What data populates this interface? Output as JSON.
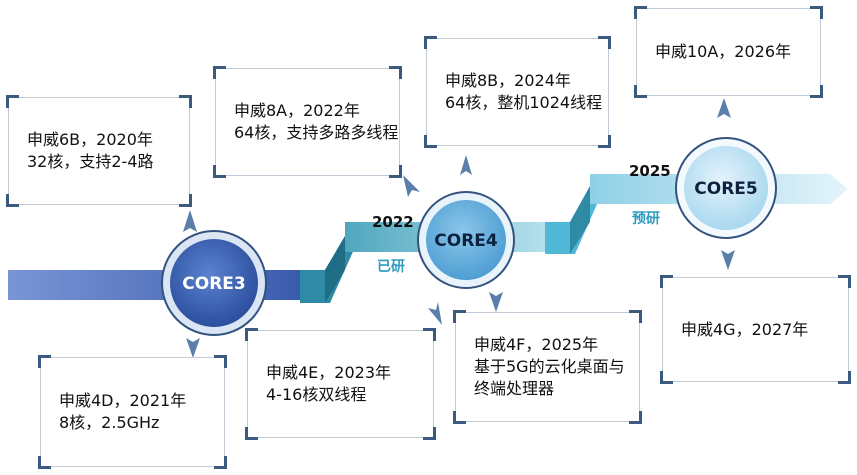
{
  "cores": [
    {
      "label": "CORE3"
    },
    {
      "label": "CORE4"
    },
    {
      "label": "CORE5"
    }
  ],
  "years": {
    "y2022": "2022",
    "y2025": "2025"
  },
  "status": {
    "done": "已研",
    "pre": "预研"
  },
  "boxes": {
    "b6b": {
      "line1": "申威6B，2020年",
      "line2": "32核，支持2-4路"
    },
    "b8a": {
      "line1": "申威8A，2022年",
      "line2": "64核，支持多路多线程"
    },
    "b8b": {
      "line1": "申威8B，2024年",
      "line2": "64核，整机1024线程"
    },
    "b10a": {
      "line1": "申威10A，2026年"
    },
    "b4d": {
      "line1": "申威4D，2021年",
      "line2": "8核，2.5GHz"
    },
    "b4e": {
      "line1": "申威4E，2023年",
      "line2": "4-16核双线程"
    },
    "b4f": {
      "line1": "申威4F，2025年",
      "line2": "基于5G的云化桌面与",
      "line3": "终端处理器"
    },
    "b4g": {
      "line1": "申威4G，2027年"
    }
  },
  "colors": {
    "band_dark": "#3f66b8",
    "band_mid": "#2f8aa6",
    "band_light": "#a8d8ea",
    "accent_cyan": "#2d9bbf"
  }
}
